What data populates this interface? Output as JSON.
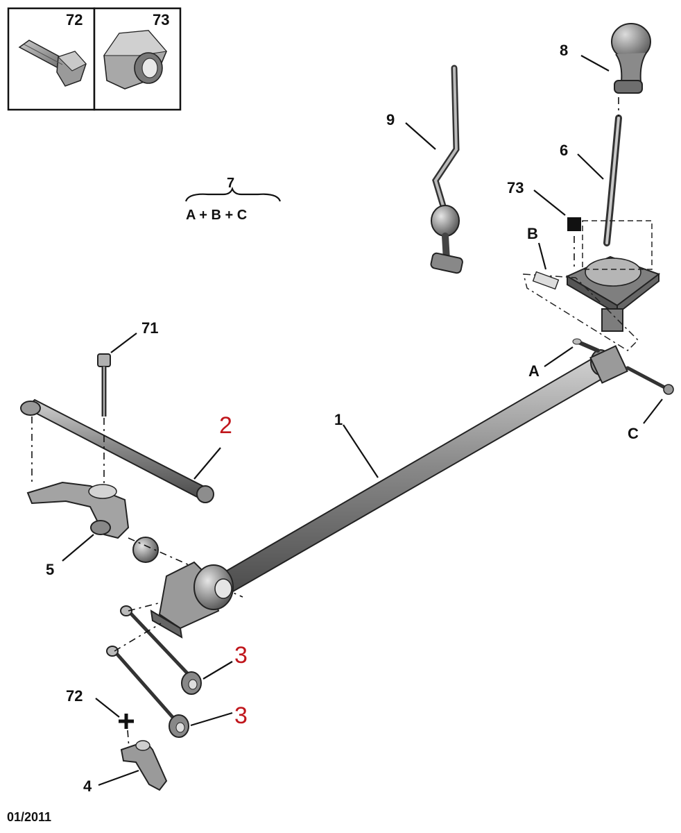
{
  "legend_boxes": [
    {
      "number": "72",
      "icon": "bolt-icon"
    },
    {
      "number": "73",
      "icon": "nut-icon"
    }
  ],
  "kit": {
    "number": "7",
    "formula": "A + B + C"
  },
  "callouts": {
    "c1": "1",
    "c2": "2",
    "c3a": "3",
    "c3b": "3",
    "c4": "4",
    "c5": "5",
    "c6": "6",
    "c8": "8",
    "c9": "9",
    "c71": "71",
    "c72": "72",
    "c73": "73",
    "cA": "A",
    "cB": "B",
    "cC": "C"
  },
  "footer": {
    "date": "01/2011"
  },
  "colors": {
    "highlight_label": "#c0161c",
    "part_fill": "#8e8e8e",
    "line": "#111111"
  }
}
